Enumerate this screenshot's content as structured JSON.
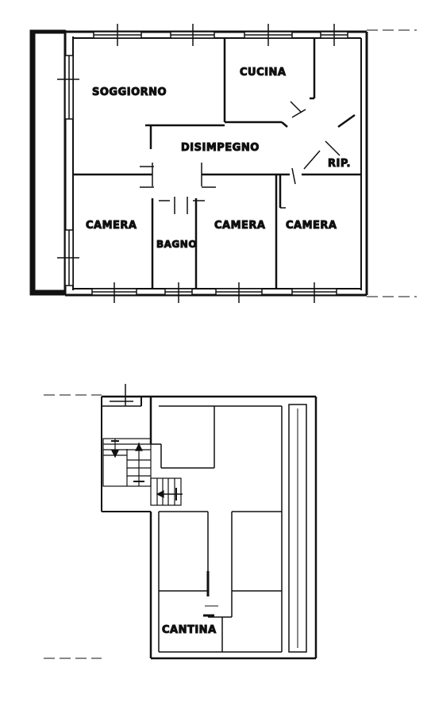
{
  "upper_floor": {
    "rooms": {
      "soggiorno": "SOGGIORNO",
      "cucina": "CUCINA",
      "disimpegno": "DISIMPEGNO",
      "ripostiglio": "RIP.",
      "camera_left": "CAMERA",
      "bagno": "BAGNO",
      "camera_middle": "CAMERA",
      "camera_right": "CAMERA"
    }
  },
  "lower_floor": {
    "rooms": {
      "cantina": "CANTINA"
    }
  }
}
